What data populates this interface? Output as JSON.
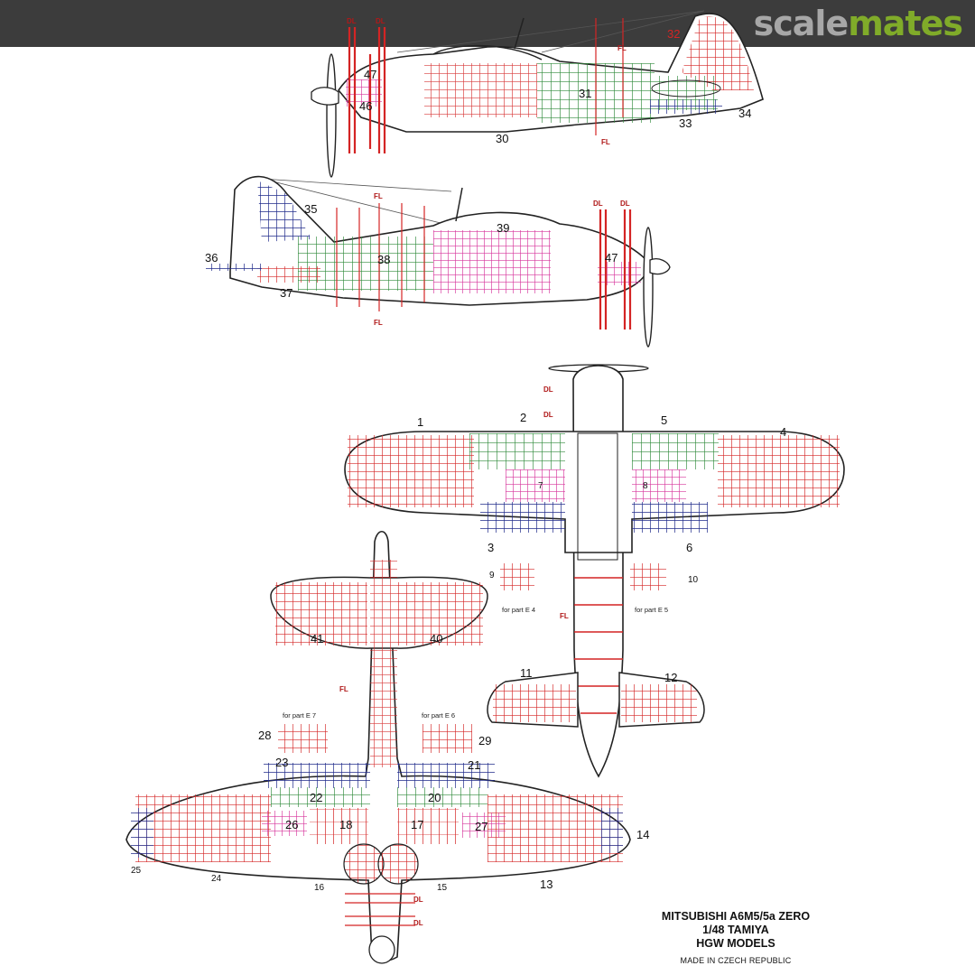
{
  "watermark": {
    "brand_part1": "scale",
    "brand_part2": "mates"
  },
  "diagram": {
    "part_labels": [
      "1",
      "2",
      "3",
      "4",
      "5",
      "6",
      "9",
      "10",
      "11",
      "12",
      "13",
      "14",
      "15",
      "16",
      "17",
      "18",
      "20",
      "21",
      "22",
      "23",
      "24",
      "25",
      "26",
      "27",
      "28",
      "29",
      "30",
      "31",
      "32",
      "33",
      "34",
      "35",
      "36",
      "37",
      "38",
      "39",
      "41",
      "40",
      "46",
      "47",
      "47",
      "7",
      "8"
    ],
    "markers": {
      "dl": "DL",
      "fl": "FL"
    },
    "notes": {
      "e4": "for part  E 4",
      "e5": "for part  E 5",
      "e7": "for part  E 7",
      "e6": "for part  E 6"
    }
  },
  "credits": {
    "line1": "MITSUBISHI A6M5/5a ZERO",
    "line2": "1/48 TAMIYA",
    "line3": "HGW MODELS",
    "line4": "MADE IN CZECH REPUBLIC"
  },
  "colors": {
    "red": "#d42424",
    "green": "#2f8a3a",
    "blue": "#1f2a8a",
    "pink": "#d7359c",
    "dark_red": "#b01818"
  }
}
